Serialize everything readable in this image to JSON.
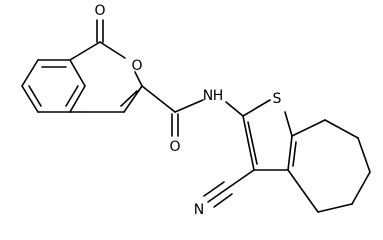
{
  "atoms": {
    "o_carbonyl_lactone": "O",
    "o_ring": "O",
    "n_amide": "N",
    "h_amide": "H",
    "o_amide": "O",
    "s_thiophene": "S",
    "n_nitrile": "N"
  }
}
